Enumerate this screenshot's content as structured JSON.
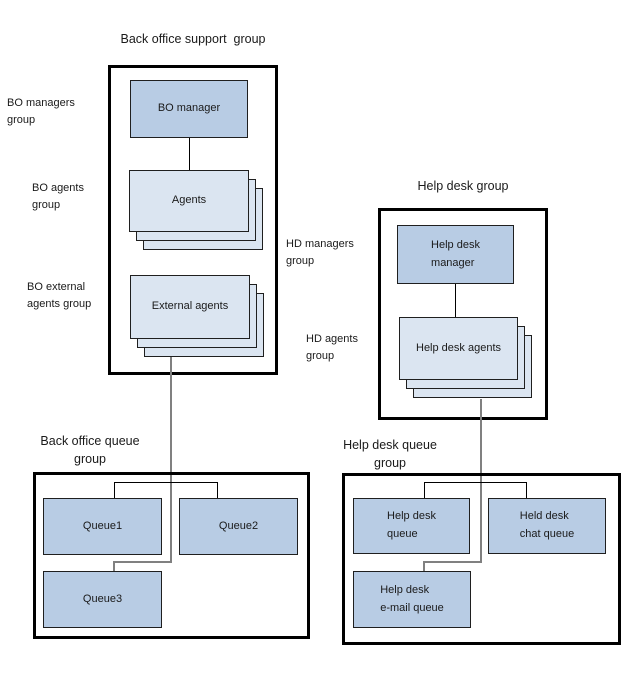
{
  "colors": {
    "node_fill": "#b8cce4",
    "stack_fill": "#dbe5f1",
    "group_border": "#000000",
    "node_border": "#1f1f1f",
    "connector_gray": "#808080",
    "connector_black": "#000000",
    "text": "#1a1a1a"
  },
  "titles": {
    "bo_support": "Back office support  group",
    "help_desk": "Help desk group",
    "bo_queue": "Back office queue\ngroup",
    "hd_queue": "Help desk queue\ngroup"
  },
  "nodes": {
    "bo_manager": "BO manager",
    "agents": "Agents",
    "external_agents": "External agents",
    "hd_manager": "Help desk\nmanager",
    "hd_agents": "Help desk agents",
    "queue1": "Queue1",
    "queue2": "Queue2",
    "queue3": "Queue3",
    "hd_queue": "Help desk\nqueue",
    "hd_chat_queue": "Held desk\nchat queue",
    "hd_email_queue": "Help desk\ne-mail queue"
  },
  "side_labels": {
    "bo_managers": "BO managers\ngroup",
    "bo_agents": "BO agents\ngroup",
    "bo_external": "BO external\nagents group",
    "hd_managers": "HD managers\ngroup",
    "hd_agents": "HD agents\ngroup"
  }
}
